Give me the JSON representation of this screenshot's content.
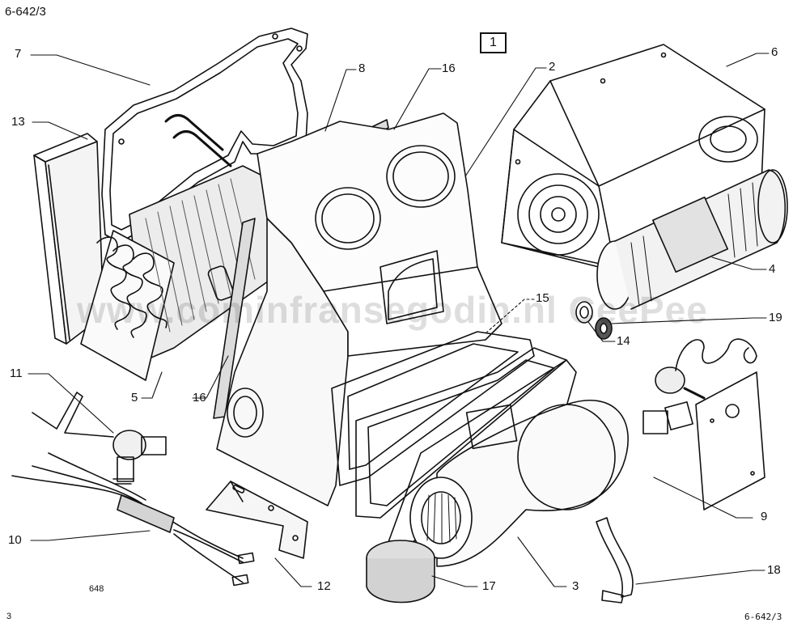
{
  "sheet": {
    "ref_top_left": "6-642/3",
    "ref_bottom_right": "6-642/3",
    "page_number": "3",
    "drawing_number": "648",
    "group_box": "1",
    "watermark": "www.cominfransegodin.nl  CeePee"
  },
  "callouts": [
    {
      "id": "c1",
      "text": "1"
    },
    {
      "id": "c2",
      "text": "2"
    },
    {
      "id": "c3",
      "text": "3"
    },
    {
      "id": "c4",
      "text": "4"
    },
    {
      "id": "c5",
      "text": "5"
    },
    {
      "id": "c6",
      "text": "6"
    },
    {
      "id": "c7",
      "text": "7"
    },
    {
      "id": "c8",
      "text": "8"
    },
    {
      "id": "c9",
      "text": "9"
    },
    {
      "id": "c10",
      "text": "10"
    },
    {
      "id": "c11",
      "text": "11"
    },
    {
      "id": "c12",
      "text": "12"
    },
    {
      "id": "c13",
      "text": "13"
    },
    {
      "id": "c14",
      "text": "14"
    },
    {
      "id": "c15",
      "text": "15"
    },
    {
      "id": "c16a",
      "text": "16"
    },
    {
      "id": "c16b",
      "text": "16"
    },
    {
      "id": "c17",
      "text": "17"
    },
    {
      "id": "c18",
      "text": "18"
    },
    {
      "id": "c19",
      "text": "19"
    }
  ]
}
